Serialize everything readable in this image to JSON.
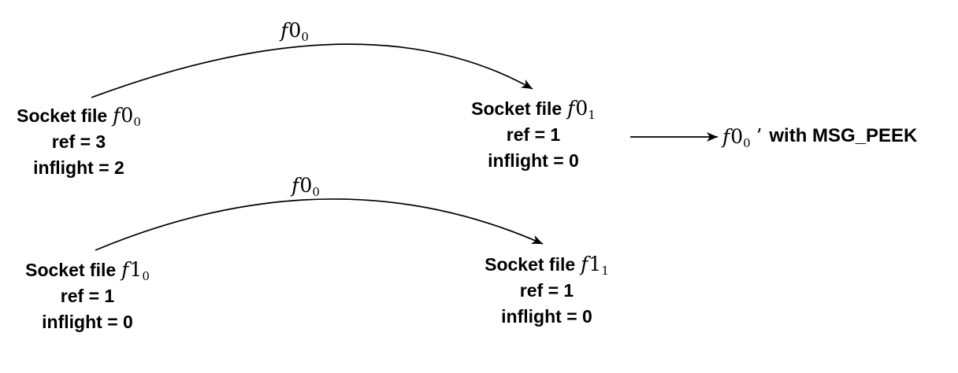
{
  "colors": {
    "ink": "#000000",
    "background": "#ffffff"
  },
  "nodes": [
    {
      "id": "f0_0",
      "prefix": "Socket file",
      "math": {
        "f": "f",
        "num": "0",
        "sub": "0"
      },
      "ref": "ref = 3",
      "inflight": "inflight = 2"
    },
    {
      "id": "f0_1",
      "prefix": "Socket file",
      "math": {
        "f": "f",
        "num": "0",
        "sub": "1"
      },
      "ref": "ref = 1",
      "inflight": "inflight = 0"
    },
    {
      "id": "f1_0",
      "prefix": "Socket file",
      "math": {
        "f": "f",
        "num": "1",
        "sub": "0"
      },
      "ref": "ref = 1",
      "inflight": "inflight = 0"
    },
    {
      "id": "f1_1",
      "prefix": "Socket file",
      "math": {
        "f": "f",
        "num": "1",
        "sub": "1"
      },
      "ref": "ref = 1",
      "inflight": "inflight = 0"
    }
  ],
  "edges": [
    {
      "from": "f0_0",
      "to": "f0_1",
      "label": {
        "f": "f",
        "num": "0",
        "sub": "0"
      }
    },
    {
      "from": "f1_0",
      "to": "f1_1",
      "label": {
        "f": "f",
        "num": "0",
        "sub": "0"
      }
    }
  ],
  "peek_annotation": {
    "math": {
      "f": "f",
      "num": "0",
      "sub": "0"
    },
    "prime": "’",
    "text": "with MSG_PEEK"
  }
}
